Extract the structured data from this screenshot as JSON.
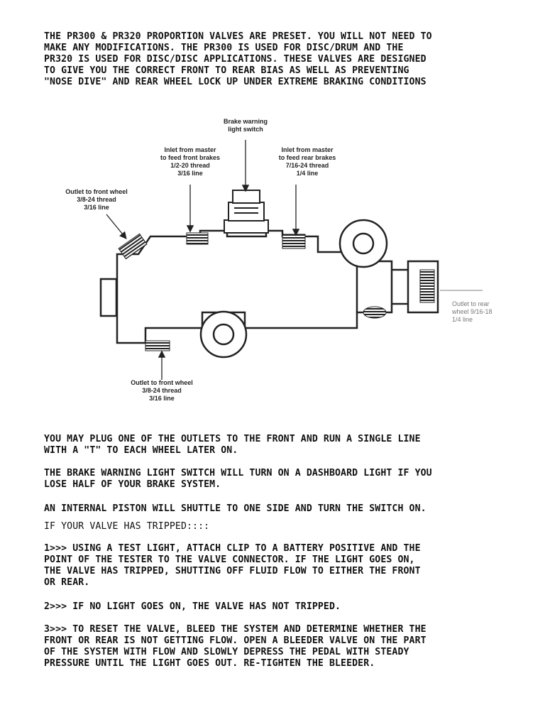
{
  "intro": "THE PR300 & PR320 PROPORTION VALVES ARE PRESET. YOU WILL NOT NEED TO\nMAKE ANY MODIFICATIONS. THE PR300 IS USED FOR DISC/DRUM AND THE\nPR320 IS USED FOR DISC/DISC APPLICATIONS. THESE VALVES ARE DESIGNED\nTO GIVE YOU THE CORRECT FRONT TO REAR BIAS AS WELL AS PREVENTING\n\"NOSE DIVE\" AND REAR WHEEL LOCK UP UNDER EXTREME BRAKING CONDITIONS",
  "diagram": {
    "brake_switch": "Brake warning\nlight switch",
    "inlet_front": "Inlet from master\nto feed front brakes\n1/2-20 thread\n3/16 line",
    "inlet_rear": "Inlet from master\nto feed rear brakes\n7/16-24 thread\n1/4 line",
    "outlet_front_top": "Outlet to front wheel\n3/8-24 thread\n3/16 line",
    "outlet_rear": "Outlet to rear\nwheel 9/16-18\n1/4 line",
    "outlet_front_bottom": "Outlet to front wheel\n3/8-24 thread\n3/16 line"
  },
  "paragraphs": [
    "YOU MAY PLUG ONE OF THE OUTLETS TO THE FRONT AND RUN A SINGLE LINE\nWITH A \"T\" TO EACH WHEEL LATER ON.",
    "THE BRAKE WARNING LIGHT SWITCH WILL TURN ON A DASHBOARD LIGHT IF YOU\nLOSE HALF OF YOUR BRAKE SYSTEM.",
    "AN INTERNAL PISTON WILL SHUTTLE TO ONE SIDE AND TURN THE SWITCH ON.",
    "IF YOUR VALVE HAS TRIPPED::::",
    "1>>> USING A TEST LIGHT, ATTACH CLIP TO A BATTERY POSITIVE AND THE\nPOINT OF THE TESTER TO THE VALVE CONNECTOR. IF THE LIGHT GOES ON,\nTHE VALVE HAS TRIPPED, SHUTTING OFF FLUID FLOW TO EITHER THE FRONT\nOR REAR.",
    "2>>> IF NO LIGHT GOES ON, THE VALVE HAS NOT TRIPPED.",
    "3>>> TO RESET THE VALVE, BLEED THE SYSTEM AND DETERMINE WHETHER THE\nFRONT OR REAR IS NOT GETTING FLOW. OPEN A BLEEDER VALVE ON THE PART\nOF THE SYSTEM WITH FLOW AND SLOWLY DEPRESS THE PEDAL WITH STEADY\nPRESSURE UNTIL THE LIGHT GOES OUT. RE-TIGHTEN THE BLEEDER."
  ]
}
